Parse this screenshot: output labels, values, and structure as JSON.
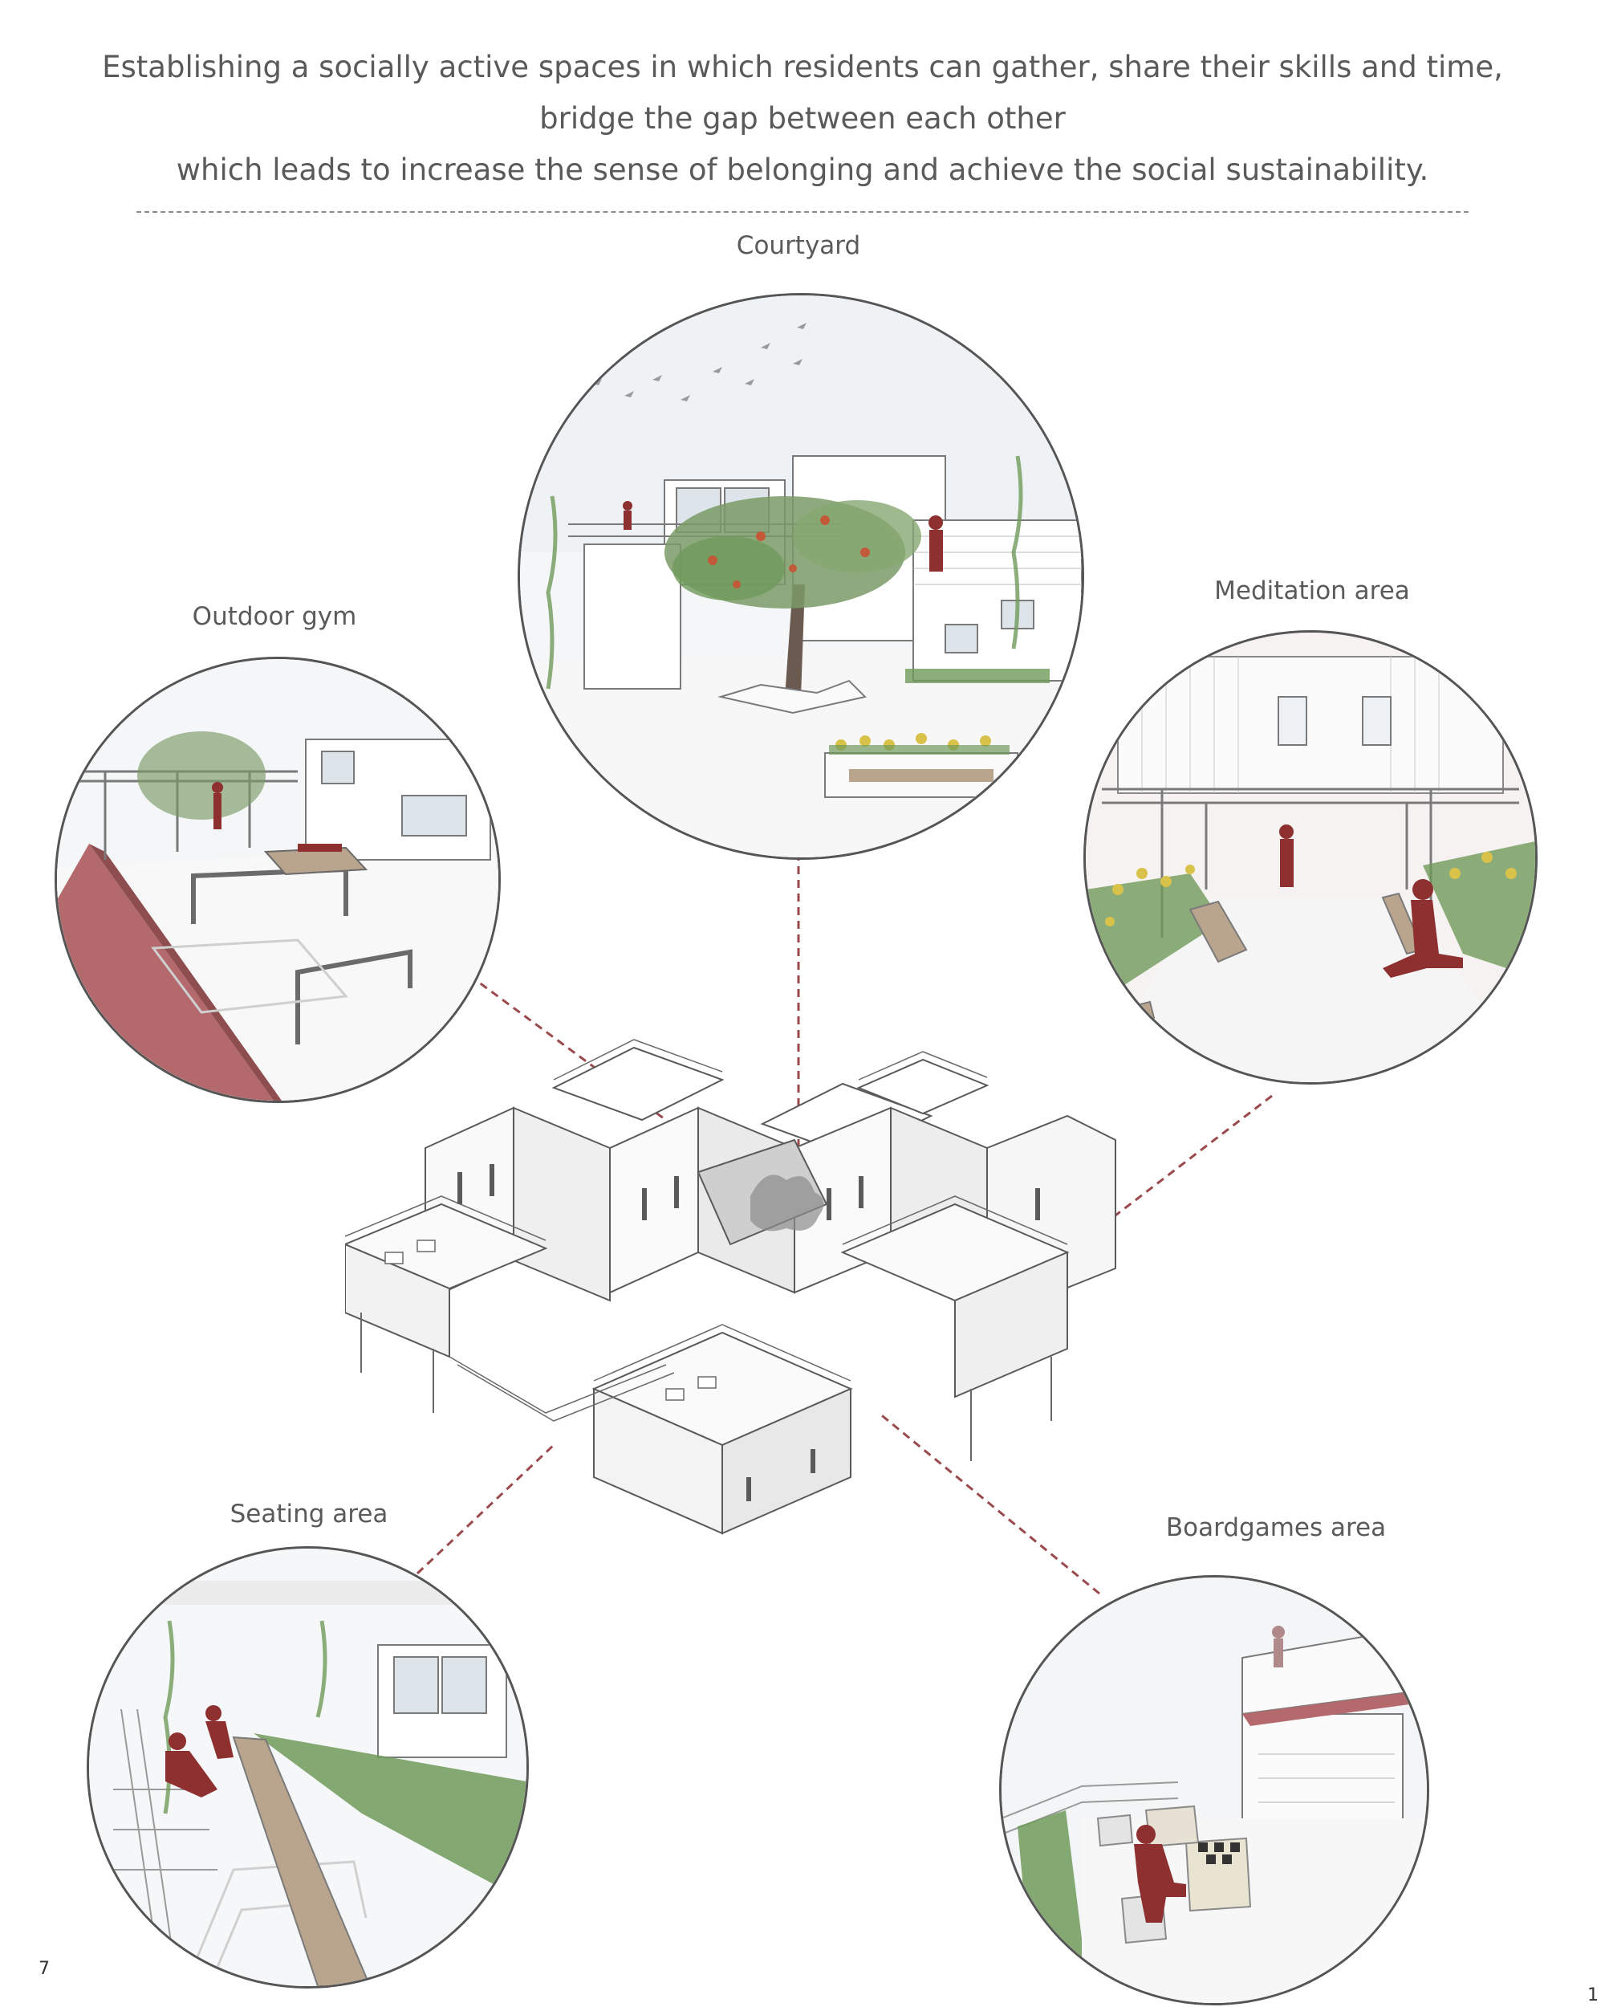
{
  "intro": {
    "line1": "Establishing a socially active spaces in which residents can gather, share their skills and time,",
    "line2": "bridge the gap between each other",
    "line3": "which leads to increase the sense of belonging and achieve the social sustainability."
  },
  "areas": {
    "courtyard": "Courtyard",
    "outdoor_gym": "Outdoor gym",
    "meditation": "Meditation area",
    "seating": "Seating area",
    "boardgames": "Boardgames area"
  },
  "page_numbers": {
    "left": "7",
    "right": "1"
  },
  "colors": {
    "accent_red": "#a14a4d",
    "figure_red": "#8e2f30",
    "leader_line": "#9a4a4d",
    "foliage": "#6f9a5a",
    "line_gray": "#6a6a6a"
  }
}
